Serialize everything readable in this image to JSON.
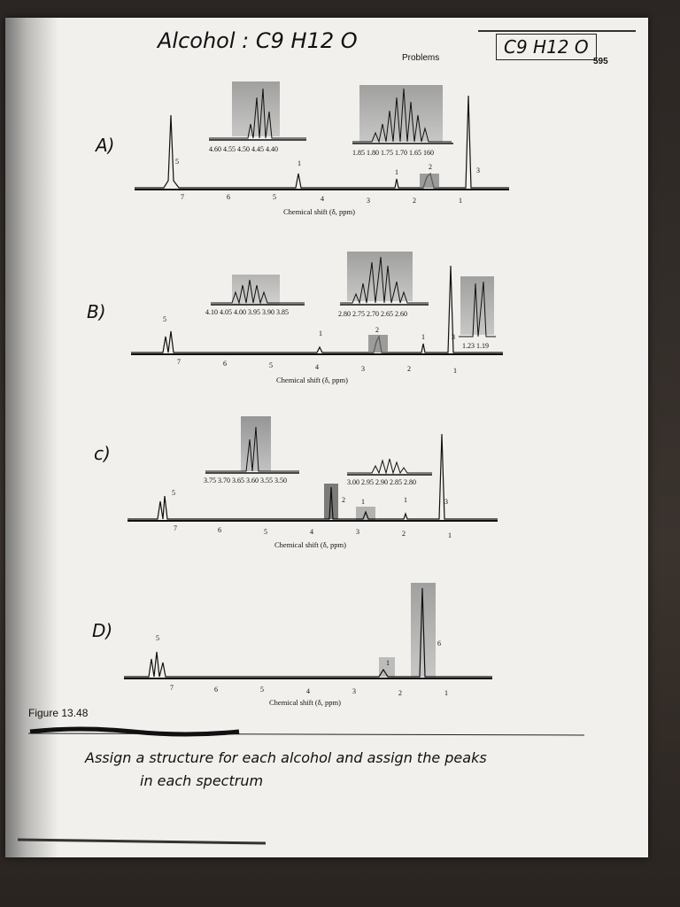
{
  "page": {
    "header_hand": "Alcohol : C9 H12 O",
    "header_box": "C9 H12 O",
    "header_center": "Problems",
    "page_number": "595",
    "figure_label": "Figure 13.48",
    "instruction_line1": "Assign a structure for each alcohol and assign the peaks",
    "instruction_line2": "in each spectrum"
  },
  "spectra": [
    {
      "label": "A)",
      "axis_ticks": [
        "7",
        "6",
        "5",
        "4",
        "3",
        "2",
        "1"
      ],
      "xlabel": "Chemical shift (δ, ppm)",
      "integrations": [
        "5",
        "1",
        "1",
        "2",
        "3"
      ],
      "inset1_ticks": "4.60 4.55 4.50 4.45 4.40",
      "inset2_ticks": "1.85 1.80 1.75 1.70 1.65 160"
    },
    {
      "label": "B)",
      "axis_ticks": [
        "7",
        "6",
        "5",
        "4",
        "3",
        "2",
        "1"
      ],
      "xlabel": "Chemical shift (δ, ppm)",
      "integrations": [
        "5",
        "1",
        "2",
        "1",
        "3"
      ],
      "inset1_ticks": "4.10 4.05 4.00 3.95 3.90 3.85",
      "inset2_ticks": "2.80 2.75 2.70 2.65 2.60",
      "inset3_ticks": "1.23 1.19"
    },
    {
      "label": "c)",
      "axis_ticks": [
        "7",
        "6",
        "5",
        "4",
        "3",
        "2",
        "1"
      ],
      "xlabel": "Chemical shift (δ, ppm)",
      "integrations": [
        "5",
        "2",
        "1",
        "1",
        "3"
      ],
      "inset1_ticks": "3.75 3.70 3.65 3.60 3.55 3.50",
      "inset2_ticks": "3.00 2.95 2.90 2.85 2.80"
    },
    {
      "label": "D)",
      "axis_ticks": [
        "7",
        "6",
        "5",
        "4",
        "3",
        "2",
        "1"
      ],
      "xlabel": "Chemical shift (δ, ppm)",
      "integrations": [
        "5",
        "1",
        "6"
      ]
    }
  ]
}
